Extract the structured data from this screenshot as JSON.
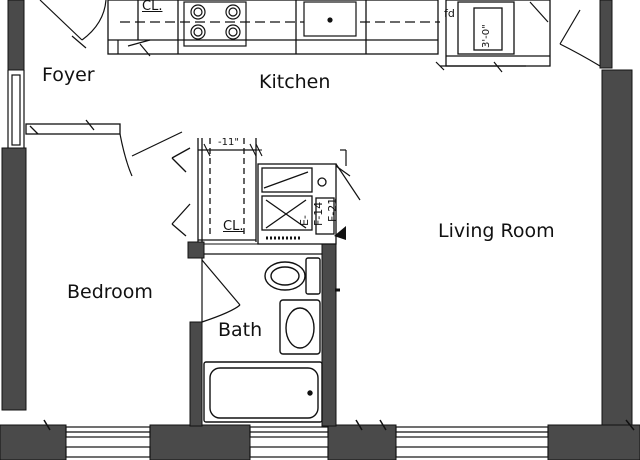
{
  "rooms": {
    "foyer": "Foyer",
    "kitchen": "Kitchen",
    "living_room": "Living Room",
    "bedroom": "Bedroom",
    "bath": "Bath"
  },
  "closets": {
    "top": "CL.",
    "middle": "CL."
  },
  "dimensions": {
    "closet_width": "-11\"",
    "fridge_width": "3'-0\""
  },
  "kitchen_labels": {
    "fd": "fd",
    "f14": "F-14",
    "f21": "F-21",
    "e": "E-"
  },
  "colors": {
    "wall": "#4a4a4a",
    "line": "#111111"
  }
}
